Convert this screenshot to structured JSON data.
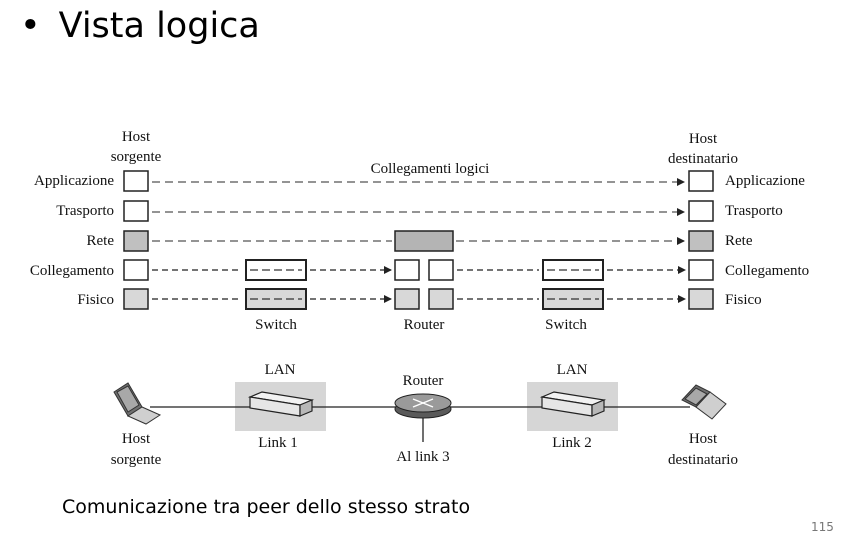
{
  "slide": {
    "bullet": "•",
    "title": "Vista logica",
    "caption": "Comunicazione tra peer dello stesso strato",
    "page_number": "115"
  },
  "diagram": {
    "source_host": {
      "line1": "Host",
      "line2": "sorgente"
    },
    "dest_host": {
      "line1": "Host",
      "line2": "destinatario"
    },
    "logical_links_label": "Collegamenti logici",
    "layers": [
      "Applicazione",
      "Trasporto",
      "Rete",
      "Collegamento",
      "Fisico"
    ],
    "switch_label": "Switch",
    "router_label": "Router",
    "network": {
      "lan_label": "LAN",
      "router_label": "Router",
      "link1": "Link 1",
      "link2": "Link 2",
      "link3": "Al link 3",
      "source_host": {
        "line1": "Host",
        "line2": "sorgente"
      },
      "dest_host": {
        "line1": "Host",
        "line2": "destinatario"
      }
    },
    "colors": {
      "box_white": "#ffffff",
      "box_gray": "#c0c0c0",
      "router_gray": "#b4b4b4",
      "lan_bg": "#d6d6d6",
      "dashed_line": "#555555"
    }
  }
}
